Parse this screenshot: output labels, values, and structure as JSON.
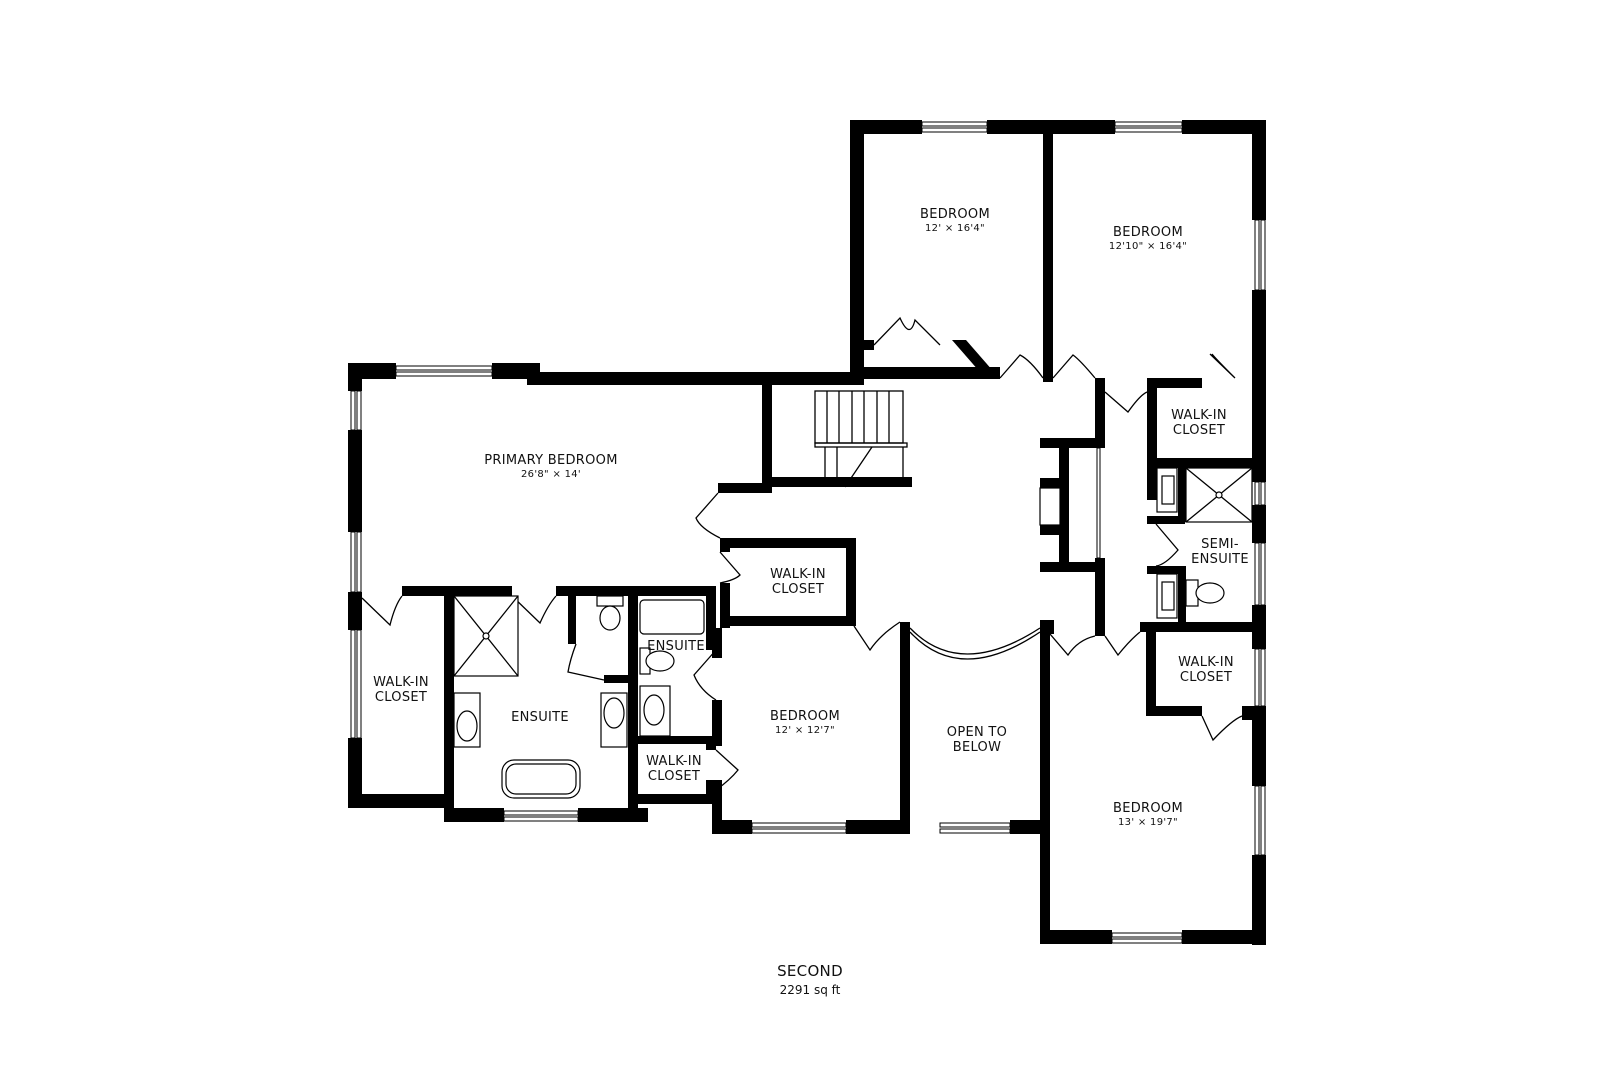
{
  "floor": {
    "name": "SECOND",
    "area": "2291 sq ft"
  },
  "rooms": [
    {
      "id": "bedroom-nw",
      "name": "BEDROOM",
      "dimensions": "12' × 16'4\""
    },
    {
      "id": "bedroom-ne",
      "name": "BEDROOM",
      "dimensions": "12'10\" × 16'4\""
    },
    {
      "id": "primary-bedroom",
      "name": "PRIMARY BEDROOM",
      "dimensions": "26'8\" × 14'"
    },
    {
      "id": "walk-in-closet-ne",
      "name": "WALK-IN CLOSET",
      "lines": [
        "WALK-IN",
        "CLOSET"
      ]
    },
    {
      "id": "walk-in-closet-center",
      "name": "WALK-IN CLOSET",
      "lines": [
        "WALK-IN",
        "CLOSET"
      ]
    },
    {
      "id": "semi-ensuite",
      "name": "SEMI-ENSUITE",
      "lines": [
        "SEMI-",
        "ENSUITE"
      ]
    },
    {
      "id": "ensuite-small",
      "name": "ENSUITE"
    },
    {
      "id": "walk-in-closet-primary",
      "name": "WALK-IN CLOSET",
      "lines": [
        "WALK-IN",
        "CLOSET"
      ]
    },
    {
      "id": "ensuite-primary",
      "name": "ENSUITE"
    },
    {
      "id": "walk-in-closet-se",
      "name": "WALK-IN CLOSET",
      "lines": [
        "WALK-IN",
        "CLOSET"
      ]
    },
    {
      "id": "bedroom-south",
      "name": "BEDROOM",
      "dimensions": "12' × 12'7\""
    },
    {
      "id": "open-to-below",
      "name": "OPEN TO BELOW",
      "lines": [
        "OPEN TO",
        "BELOW"
      ]
    },
    {
      "id": "walk-in-closet-small",
      "name": "WALK-IN CLOSET",
      "lines": [
        "WALK-IN",
        "CLOSET"
      ]
    },
    {
      "id": "bedroom-se",
      "name": "BEDROOM",
      "dimensions": "13' × 19'7\""
    }
  ],
  "colors": {
    "wall": "#000000",
    "background": "#ffffff"
  }
}
